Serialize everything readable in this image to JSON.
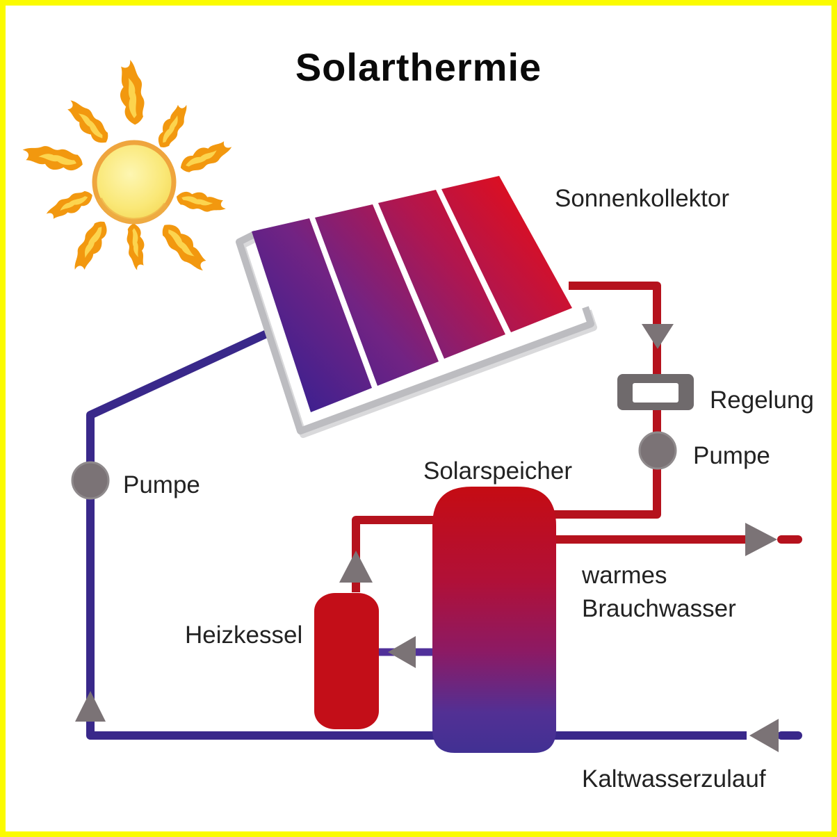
{
  "title": "Solarthermie",
  "labels": {
    "collector": "Sonnenkollektor",
    "control": "Regelung",
    "pump_right": "Pumpe",
    "pump_left": "Pumpe",
    "storage": "Solarspeicher",
    "boiler": "Heizkessel",
    "hot_water_line1": "warmes",
    "hot_water_line2": "Brauchwasser",
    "cold_water": "Kaltwasserzulauf"
  },
  "colors": {
    "border": "#fbfb00",
    "hot_pipe": "#b5121d",
    "cold_pipe": "#39288a",
    "return_pipe": "#50309a",
    "component_gray": "#7b7376",
    "frame_gray": "#bcbcc0",
    "panel_gradient_start": "#3a2090",
    "panel_gradient_end": "#e60d16",
    "tank_gradient_top": "#c50c13",
    "tank_gradient_bottom": "#413093",
    "sun_yellow": "#fae878",
    "flame_orange": "#f2980f",
    "text": "#222222"
  }
}
